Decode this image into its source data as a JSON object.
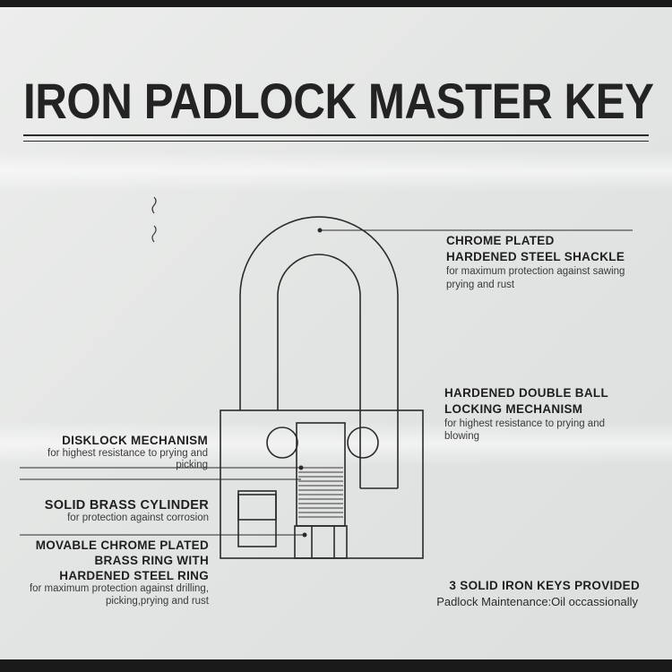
{
  "title": "IRON PADLOCK MASTER KEY",
  "callouts": {
    "shackle": {
      "heading_line1": "CHROME PLATED",
      "heading_line2": "HARDENED STEEL SHACKLE",
      "desc_line1": "for maximum protection against sawing",
      "desc_line2": "prying and rust"
    },
    "ball": {
      "heading_line1": "HARDENED DOUBLE BALL",
      "heading_line2": "LOCKING MECHANISM",
      "desc_line1": "for highest resistance to prying and",
      "desc_line2": "blowing"
    },
    "disklock": {
      "heading": "DISKLOCK MECHANISM",
      "desc_line1": "for highest resistance to prying and",
      "desc_line2": "picking"
    },
    "cylinder": {
      "heading": "SOLID BRASS CYLINDER",
      "desc": "for protection against corrosion"
    },
    "ring": {
      "heading_line1": "MOVABLE CHROME PLATED",
      "heading_line2": "BRASS RING WITH",
      "heading_line3": "HARDENED STEEL RING",
      "desc_line1": "for maximum protection against drilling,",
      "desc_line2": "picking,prying and rust"
    },
    "keys": {
      "heading": "3 SOLID IRON KEYS PROVIDED",
      "desc": "Padlock Maintenance:Oil occassionally"
    }
  }
}
